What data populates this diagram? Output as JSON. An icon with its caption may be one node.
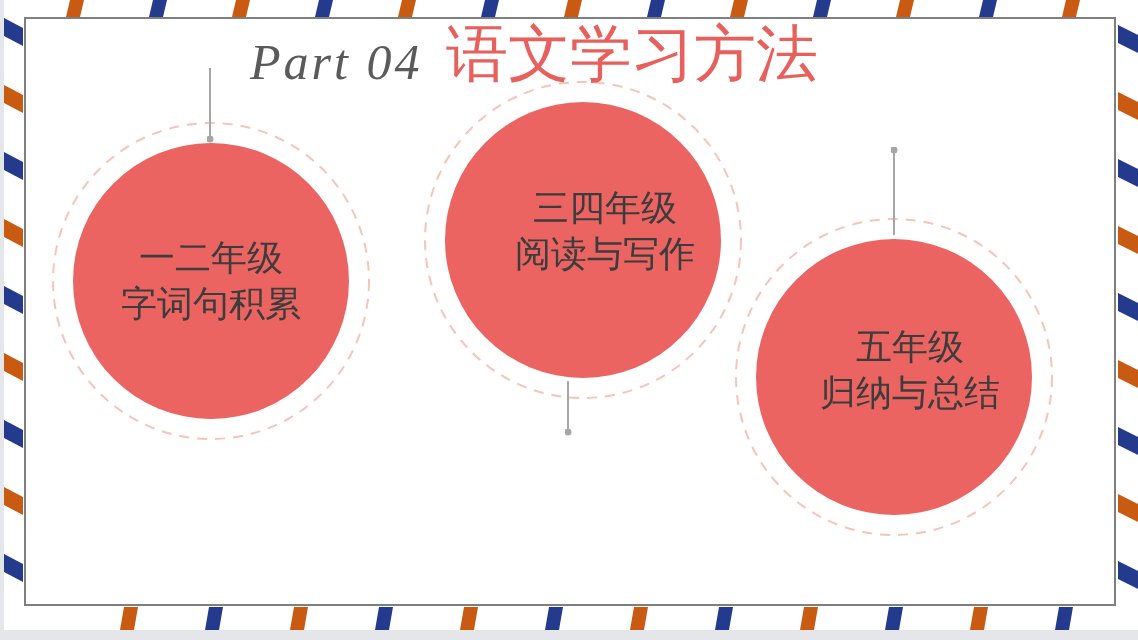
{
  "diagram": {
    "title": "语文学习方法",
    "nodes": [
      {
        "text": [
          "一二年级",
          "字词句积累"
        ]
      },
      {
        "text": [
          "三四年级",
          "阅读与写作"
        ]
      },
      {
        "text": [
          "五年级",
          "归纳与总结"
        ]
      }
    ],
    "edges": [
      {
        "from": null,
        "to": 0,
        "arrow": "other"
      },
      {
        "from": 1,
        "to": null,
        "arrow": "other"
      },
      {
        "from": 2,
        "to": null,
        "arrow": "other"
      }
    ],
    "labels": [
      "Part 04"
    ]
  }
}
